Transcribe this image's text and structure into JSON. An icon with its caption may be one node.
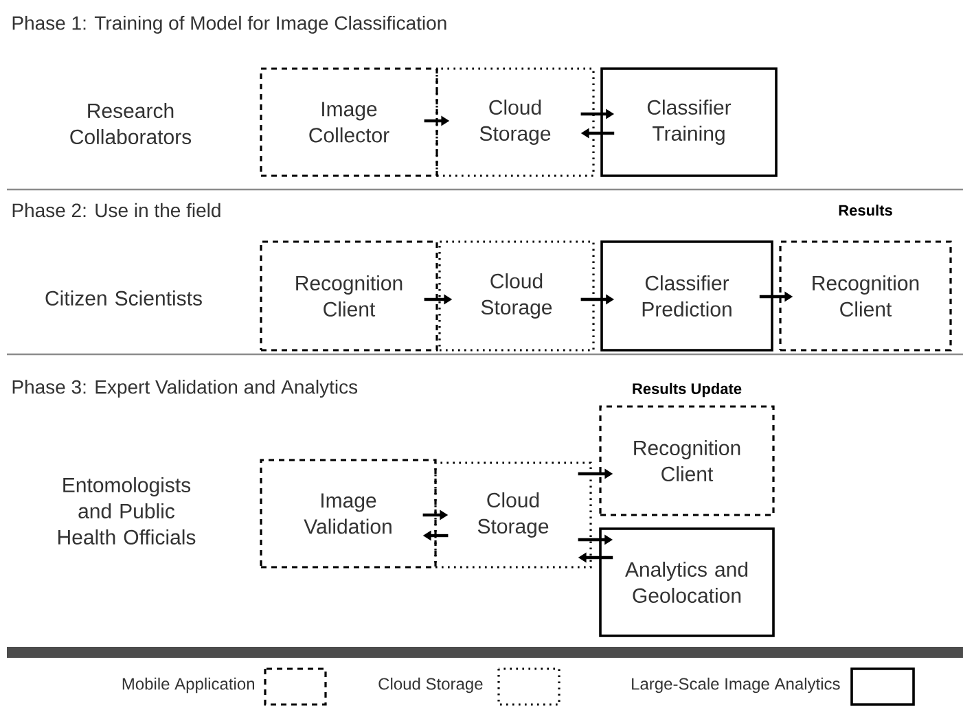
{
  "diagram": {
    "nodes": [
      {
        "text": [
          "Image Collector"
        ]
      },
      {
        "text": [
          "Cloud Storage"
        ]
      },
      {
        "text": [
          "Classifier Training"
        ]
      },
      {
        "text": [
          "Recognition Client"
        ]
      },
      {
        "text": [
          "Cloud Storage"
        ]
      },
      {
        "text": [
          "Classifier Prediction"
        ]
      },
      {
        "text": [
          "Recognition Client"
        ],
        "beside": [
          "Results"
        ]
      },
      {
        "text": [
          "Image Validation"
        ]
      },
      {
        "text": [
          "Cloud Storage"
        ]
      },
      {
        "text": [
          "Recognition Client"
        ],
        "beside": [
          "Results Update"
        ]
      },
      {
        "text": [
          "Analytics and Geolocation"
        ]
      }
    ],
    "edges": [
      {
        "from": 0,
        "to": 1,
        "arrow": "to"
      },
      {
        "from": 1,
        "to": 2,
        "arrow": "to"
      },
      {
        "from": 2,
        "to": 1,
        "arrow": "to"
      },
      {
        "from": 3,
        "to": 4,
        "arrow": "to"
      },
      {
        "from": 4,
        "to": 5,
        "arrow": "to"
      },
      {
        "from": 5,
        "to": 6,
        "arrow": "to"
      },
      {
        "from": 7,
        "to": 8,
        "arrow": "to"
      },
      {
        "from": 8,
        "to": 7,
        "arrow": "to"
      },
      {
        "from": 8,
        "to": 9,
        "arrow": "to"
      },
      {
        "from": 8,
        "to": 10,
        "arrow": "to"
      },
      {
        "from": 10,
        "to": 8,
        "arrow": "to"
      }
    ],
    "labels": [
      "Phase 1: Training of Model for Image Classification",
      "Research Collaborators",
      "Phase 2: Use in the field",
      "Citizen Scientists",
      "Phase 3: Expert Validation and Analytics",
      "Entomologists and Public Health Officials"
    ],
    "legend": [
      {
        "text": "Mobile Application"
      },
      {
        "text": "Cloud Storage"
      },
      {
        "text": "Large-Scale Image Analytics"
      }
    ]
  }
}
